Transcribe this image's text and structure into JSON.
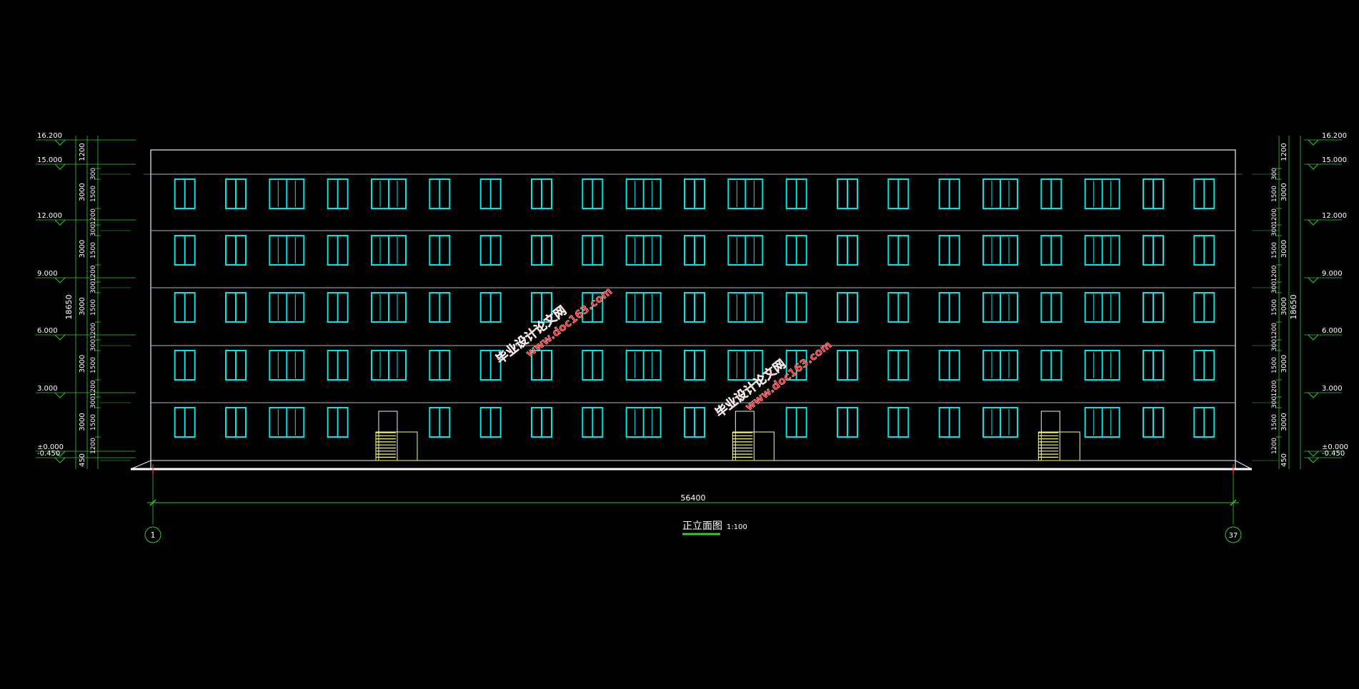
{
  "drawing": {
    "title": "正立面图",
    "scale": "1:100",
    "overall_width": "56400",
    "total_height": "18650",
    "axis_start": "1",
    "axis_end": "37"
  },
  "colors": {
    "background": "#000000",
    "outline": "#e8f0ff",
    "floor_lines": "#aab4c8",
    "windows": "#00e5e5",
    "dimension": "#33cc33",
    "door": "#ffff66",
    "watermark": "#ff2a2a"
  },
  "elevations": [
    {
      "label": "16.200"
    },
    {
      "label": "15.000"
    },
    {
      "label": "12.000"
    },
    {
      "label": "9.000"
    },
    {
      "label": "6.000"
    },
    {
      "label": "3.000"
    },
    {
      "label": "±0.000"
    },
    {
      "label": "-0.450"
    }
  ],
  "dims_outer": [
    "1200",
    "3000",
    "3000",
    "3000",
    "3000",
    "3000",
    "450"
  ],
  "dims_inner": [
    "300",
    "1500",
    "1200",
    "300",
    "1500",
    "1200",
    "300",
    "1500",
    "1200",
    "300",
    "1500",
    "1200",
    "300",
    "1500",
    "1200"
  ],
  "floors": 5,
  "window_types": [
    "double",
    "double",
    "quad",
    "double",
    "quad",
    "double",
    "double",
    "double",
    "double",
    "quad",
    "double",
    "quad",
    "double",
    "double",
    "double",
    "double",
    "quad",
    "double",
    "quad",
    "double",
    "double"
  ],
  "entrances": 3,
  "watermarks": [
    {
      "line1": "毕业设计论文网",
      "line2": "www.doc163.com"
    },
    {
      "line1": "毕业设计论文网",
      "line2": "www.doc163.com"
    }
  ]
}
